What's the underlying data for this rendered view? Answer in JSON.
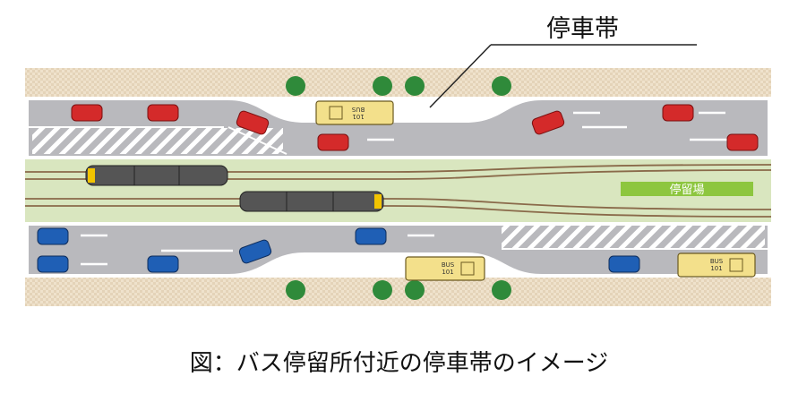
{
  "callout": {
    "label": "停車帯"
  },
  "stop_sign": {
    "label": "停留場"
  },
  "caption": {
    "text": "図：バス停留所付近の停車帯のイメージ"
  },
  "bus_label": {
    "line1": "BUS",
    "line2": "101"
  },
  "colors": {
    "sidewalk": "#efe2cc",
    "road": "#b9b9bd",
    "lane_marking": "#ffffff",
    "tram_median": "#d9e6bf",
    "tram_rail": "#8a6a4a",
    "stop_green": "#8dc63f",
    "car_red": "#d42a2a",
    "car_blue": "#1f5fb5",
    "bus_yellow": "#f3e08b",
    "tree_green": "#2f8a3a"
  },
  "icons": [
    "red-car-icon",
    "blue-car-icon",
    "bus-icon",
    "tram-icon",
    "tree-icon",
    "lane-arrow-icon"
  ]
}
